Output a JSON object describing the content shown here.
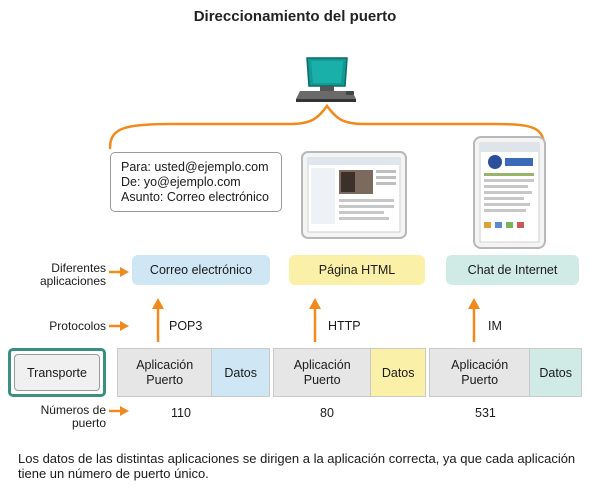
{
  "title": "Direccionamiento del puerto",
  "email_preview": {
    "line1": "Para: usted@ejemplo.com",
    "line2": "De: yo@ejemplo.com",
    "line3": "Asunto: Correo electrónico"
  },
  "left_labels": {
    "applications": [
      "Diferentes",
      "aplicaciones"
    ],
    "protocols": "Protocolos",
    "port_numbers": [
      "Números de",
      "puerto"
    ]
  },
  "applications": [
    {
      "label": "Correo electrónico",
      "protocol": "POP3",
      "port": "110",
      "segment_app": [
        "Aplicación",
        "Puerto"
      ],
      "segment_data": "Datos",
      "data_color": "#cfe6f5"
    },
    {
      "label": "Página HTML",
      "protocol": "HTTP",
      "port": "80",
      "segment_app": [
        "Aplicación",
        "Puerto"
      ],
      "segment_data": "Datos",
      "data_color": "#fbf0a8"
    },
    {
      "label": "Chat de Internet",
      "protocol": "IM",
      "port": "531",
      "segment_app": [
        "Aplicación",
        "Puerto"
      ],
      "segment_data": "Datos",
      "data_color": "#d0ebe6"
    }
  ],
  "transport_label": "Transporte",
  "footnote": "Los datos de las distintas aplicaciones se dirigen a la aplicación correcta, ya que cada aplicación tiene un número de puerto único.",
  "colors": {
    "accent_orange": "#f08a1c",
    "transport_border": "#3a8f80",
    "monitor_teal": "#139a95"
  },
  "icons": [
    "computer-icon",
    "webpage-thumbnail",
    "chat-phone-thumbnail"
  ]
}
